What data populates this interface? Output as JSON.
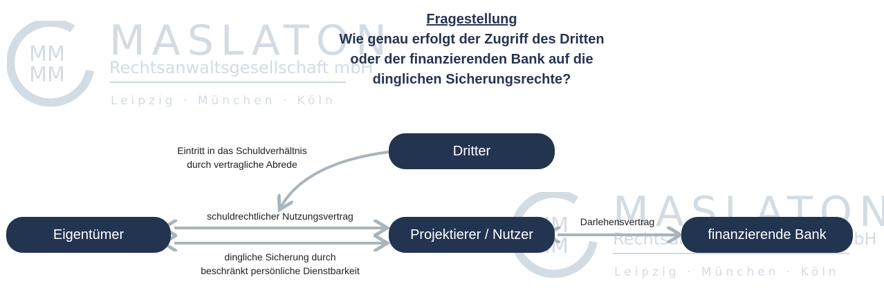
{
  "title": {
    "heading": "Fragestellung",
    "question_lines": [
      "Wie genau erfolgt der Zugriff des Dritten",
      "oder der finanzierenden Bank auf die",
      "dinglichen Sicherungsrechte?"
    ]
  },
  "watermark": {
    "brand": "MASLATON",
    "subtitle": "Rechtsanwaltsgesellschaft mbH",
    "cities": "Leipzig · München · Köln"
  },
  "nodes": {
    "dritter": "Dritter",
    "eigentuemer": "Eigentümer",
    "projektierer": "Projektierer / Nutzer",
    "bank": "finanzierende Bank"
  },
  "edges": {
    "eintritt": [
      "Eintritt in das Schuldverhältnis",
      "durch vertragliche Abrede"
    ],
    "nutzungsvertrag": "schuldrechtlicher Nutzungsvertrag",
    "sicherung": [
      "dingliche Sicherung durch",
      "beschränkt persönliche Dienstbarkeit"
    ],
    "darlehen": "Darlehensvertrag"
  },
  "colors": {
    "node": "#233451",
    "title": "#263453",
    "arrow": "#a9b4bc",
    "watermark": "#d3dbe3"
  }
}
